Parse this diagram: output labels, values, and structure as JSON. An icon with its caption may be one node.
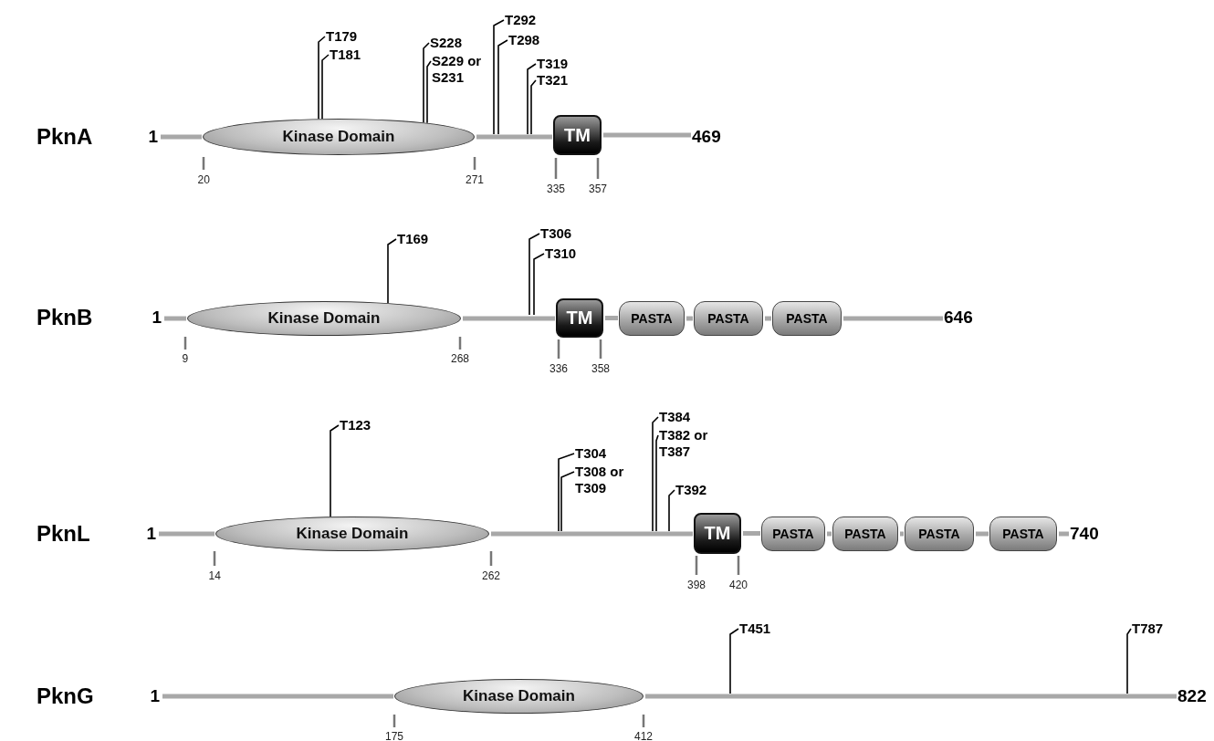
{
  "diagram": {
    "nodes": [
      {
        "text": [
          "1"
        ]
      },
      {
        "text": [
          "T179"
        ]
      },
      {
        "text": [
          "T181"
        ]
      },
      {
        "text": [
          "S228"
        ]
      },
      {
        "text": [
          "S229 or S231"
        ]
      },
      {
        "text": [
          "T292"
        ]
      },
      {
        "text": [
          "T298"
        ]
      },
      {
        "text": [
          "T319"
        ]
      },
      {
        "text": [
          "T321"
        ]
      },
      {
        "text": [
          "Kinase Domain"
        ],
        "beside": [
          "20",
          "271"
        ]
      },
      {
        "text": [
          "TM"
        ],
        "beside": [
          "335",
          "357"
        ]
      },
      {
        "text": [
          "469"
        ]
      },
      {
        "text": [
          "1"
        ]
      },
      {
        "text": [
          "T169"
        ]
      },
      {
        "text": [
          "T306"
        ]
      },
      {
        "text": [
          "T310"
        ]
      },
      {
        "text": [
          "Kinase Domain"
        ],
        "beside": [
          "9",
          "268"
        ]
      },
      {
        "text": [
          "TM"
        ],
        "beside": [
          "336",
          "358"
        ]
      },
      {
        "text": [
          "PASTA"
        ]
      },
      {
        "text": [
          "PASTA"
        ]
      },
      {
        "text": [
          "PASTA"
        ]
      },
      {
        "text": [
          "646"
        ]
      },
      {
        "text": [
          "1"
        ]
      },
      {
        "text": [
          "T123"
        ]
      },
      {
        "text": [
          "T304"
        ]
      },
      {
        "text": [
          "T308 or T309"
        ]
      },
      {
        "text": [
          "T384"
        ]
      },
      {
        "text": [
          "T382 or T387"
        ]
      },
      {
        "text": [
          "T392"
        ]
      },
      {
        "text": [
          "Kinase Domain"
        ],
        "beside": [
          "14",
          "262"
        ]
      },
      {
        "text": [
          "TM"
        ],
        "beside": [
          "398",
          "420"
        ]
      },
      {
        "text": [
          "PASTA"
        ]
      },
      {
        "text": [
          "PASTA"
        ]
      },
      {
        "text": [
          "PASTA"
        ]
      },
      {
        "text": [
          "PASTA"
        ]
      },
      {
        "text": [
          "740"
        ]
      },
      {
        "text": [
          "1"
        ]
      },
      {
        "text": [
          "T451"
        ]
      },
      {
        "text": [
          "T787"
        ]
      },
      {
        "text": [
          "Kinase Domain"
        ],
        "beside": [
          "175",
          "412"
        ]
      },
      {
        "text": [
          "822"
        ]
      }
    ],
    "edges": [
      {
        "from": 1,
        "to": 9,
        "arrow": "none"
      },
      {
        "from": 2,
        "to": 9,
        "arrow": "none"
      },
      {
        "from": 3,
        "to": 9,
        "arrow": "none"
      },
      {
        "from": 4,
        "to": 9,
        "arrow": "none"
      },
      {
        "from": 5,
        "to": null,
        "arrow": "none"
      },
      {
        "from": 6,
        "to": null,
        "arrow": "none"
      },
      {
        "from": 7,
        "to": null,
        "arrow": "none"
      },
      {
        "from": 8,
        "to": null,
        "arrow": "none"
      },
      {
        "from": 0,
        "to": 9,
        "arrow": "none",
        "style": "thick",
        "color": "#a8a8a8"
      },
      {
        "from": 9,
        "to": 10,
        "arrow": "none",
        "style": "thick",
        "color": "#a8a8a8"
      },
      {
        "from": 10,
        "to": 11,
        "arrow": "none",
        "style": "thick",
        "color": "#a8a8a8"
      },
      {
        "from": 13,
        "to": 16,
        "arrow": "none"
      },
      {
        "from": 14,
        "to": null,
        "arrow": "none"
      },
      {
        "from": 15,
        "to": null,
        "arrow": "none"
      },
      {
        "from": 12,
        "to": 16,
        "arrow": "none",
        "style": "thick",
        "color": "#a8a8a8"
      },
      {
        "from": 16,
        "to": 17,
        "arrow": "none",
        "style": "thick",
        "color": "#a8a8a8"
      },
      {
        "from": 17,
        "to": 18,
        "arrow": "none",
        "style": "thick",
        "color": "#a8a8a8"
      },
      {
        "from": 18,
        "to": 19,
        "arrow": "none",
        "style": "thick",
        "color": "#a8a8a8"
      },
      {
        "from": 19,
        "to": 20,
        "arrow": "none",
        "style": "thick",
        "color": "#a8a8a8"
      },
      {
        "from": 20,
        "to": 21,
        "arrow": "none",
        "style": "thick",
        "color": "#a8a8a8"
      },
      {
        "from": 23,
        "to": 29,
        "arrow": "none"
      },
      {
        "from": 24,
        "to": null,
        "arrow": "none"
      },
      {
        "from": 25,
        "to": null,
        "arrow": "none"
      },
      {
        "from": 26,
        "to": null,
        "arrow": "none"
      },
      {
        "from": 27,
        "to": null,
        "arrow": "none"
      },
      {
        "from": 28,
        "to": null,
        "arrow": "none"
      },
      {
        "from": 22,
        "to": 29,
        "arrow": "none",
        "style": "thick",
        "color": "#a8a8a8"
      },
      {
        "from": 29,
        "to": 30,
        "arrow": "none",
        "style": "thick",
        "color": "#a8a8a8"
      },
      {
        "from": 30,
        "to": 31,
        "arrow": "none",
        "style": "thick",
        "color": "#a8a8a8"
      },
      {
        "from": 31,
        "to": 32,
        "arrow": "none",
        "style": "thick",
        "color": "#a8a8a8"
      },
      {
        "from": 32,
        "to": 33,
        "arrow": "none",
        "style": "thick",
        "color": "#a8a8a8"
      },
      {
        "from": 33,
        "to": 34,
        "arrow": "none",
        "style": "thick",
        "color": "#a8a8a8"
      },
      {
        "from": 34,
        "to": 35,
        "arrow": "none",
        "style": "thick",
        "color": "#a8a8a8"
      },
      {
        "from": 37,
        "to": null,
        "arrow": "none"
      },
      {
        "from": 38,
        "to": null,
        "arrow": "none"
      },
      {
        "from": 36,
        "to": 39,
        "arrow": "none",
        "style": "thick",
        "color": "#a8a8a8"
      },
      {
        "from": 39,
        "to": 40,
        "arrow": "none",
        "style": "thick",
        "color": "#a8a8a8"
      }
    ],
    "labels": [
      "PknA",
      "PknB",
      "PknL",
      "PknG"
    ]
  }
}
